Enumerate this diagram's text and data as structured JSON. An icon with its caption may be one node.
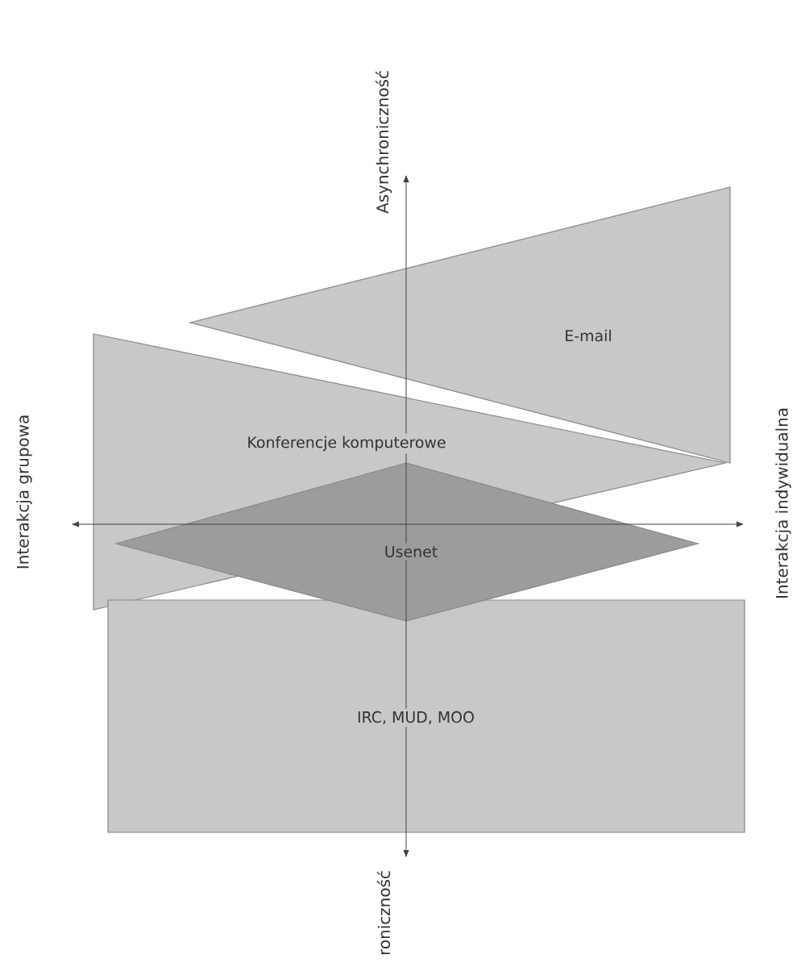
{
  "diagram": {
    "nodes": [
      {
        "text": [
          "E-mail"
        ]
      },
      {
        "text": [
          "Konferencje komputerowe"
        ]
      },
      {
        "text": [
          "Usenet"
        ]
      },
      {
        "text": [
          "IRC, MUD, MOO"
        ]
      }
    ],
    "labels": [
      "Asynchroniczność",
      "Interakcja grupowa",
      "Interakcja indywidualna",
      "roniczność"
    ]
  }
}
